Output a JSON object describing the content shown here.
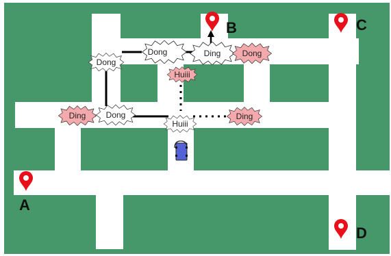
{
  "colors": {
    "grass": "#46976a",
    "road": "#ffffff",
    "pin": "#e8101b",
    "burst_plain": "#ffffff",
    "burst_pink": "#f4a9ac",
    "car": "#5561d6",
    "path": "#000000"
  },
  "pins": [
    {
      "id": "B",
      "label": "B",
      "icon": "map-pin-icon"
    },
    {
      "id": "C",
      "label": "C",
      "icon": "map-pin-icon"
    },
    {
      "id": "A",
      "label": "A",
      "icon": "map-pin-icon"
    },
    {
      "id": "D",
      "label": "D",
      "icon": "map-pin-icon"
    }
  ],
  "bursts": [
    {
      "id": "dong-top",
      "text": "Dong",
      "style": "plain"
    },
    {
      "id": "ding-top",
      "text": "Ding",
      "style": "plain"
    },
    {
      "id": "dong-right",
      "text": "Dong",
      "style": "pink"
    },
    {
      "id": "dong-left",
      "text": "Dong",
      "style": "plain"
    },
    {
      "id": "huiii-top",
      "text": "Huiii",
      "style": "pink"
    },
    {
      "id": "ding-left",
      "text": "Ding",
      "style": "pink"
    },
    {
      "id": "dong-mid",
      "text": "Dong",
      "style": "plain"
    },
    {
      "id": "huiii-mid",
      "text": "Huiii",
      "style": "plain"
    },
    {
      "id": "ding-right",
      "text": "Ding",
      "style": "pink"
    }
  ],
  "car": {
    "icon": "car-icon"
  }
}
